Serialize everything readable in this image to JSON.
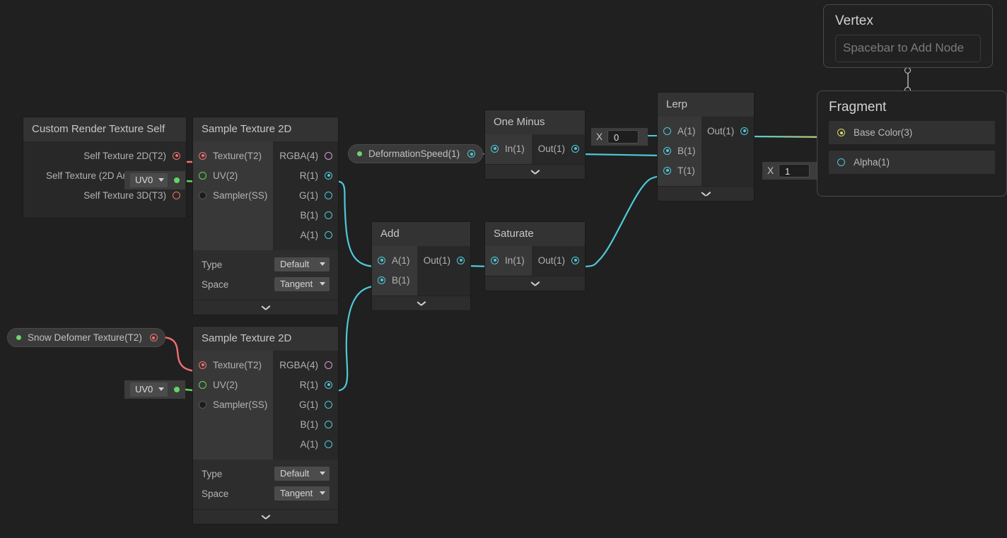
{
  "canvas": {
    "background": "#202020"
  },
  "colors": {
    "wire_vector": "#4ec9d9",
    "wire_texture": "#f07070",
    "wire_uv": "#60d660",
    "wire_basecolor": "#d9d962",
    "node_header": "#333333",
    "node_body": "#292929"
  },
  "nodes": {
    "custom_render_texture_self": {
      "title": "Custom Render Texture Self",
      "outputs": [
        {
          "label": "Self Texture 2D(T2)",
          "type": "texture",
          "connected": true
        },
        {
          "label": "Self Texture (2D Array)(T2A)",
          "type": "uv",
          "connected": true
        },
        {
          "label": "Self Texture 3D(T3)",
          "type": "texture",
          "connected": false
        }
      ]
    },
    "sample_texture_2d_a": {
      "title": "Sample Texture 2D",
      "inputs": [
        {
          "label": "Texture(T2)",
          "type": "texture",
          "connected": true
        },
        {
          "label": "UV(2)",
          "type": "uv",
          "connected": false
        },
        {
          "label": "Sampler(SS)",
          "type": "sampler",
          "connected": false
        }
      ],
      "outputs": [
        {
          "label": "RGBA(4)",
          "type": "rgba",
          "connected": false
        },
        {
          "label": "R(1)",
          "type": "vector",
          "connected": true
        },
        {
          "label": "G(1)",
          "type": "vector",
          "connected": false
        },
        {
          "label": "B(1)",
          "type": "vector",
          "connected": false
        },
        {
          "label": "A(1)",
          "type": "vector",
          "connected": false
        }
      ],
      "settings": [
        {
          "label": "Type",
          "value": "Default"
        },
        {
          "label": "Space",
          "value": "Tangent"
        }
      ]
    },
    "sample_texture_2d_b": {
      "title": "Sample Texture 2D",
      "inputs": [
        {
          "label": "Texture(T2)",
          "type": "texture",
          "connected": true
        },
        {
          "label": "UV(2)",
          "type": "uv",
          "connected": false
        },
        {
          "label": "Sampler(SS)",
          "type": "sampler",
          "connected": false
        }
      ],
      "outputs": [
        {
          "label": "RGBA(4)",
          "type": "rgba",
          "connected": false
        },
        {
          "label": "R(1)",
          "type": "vector",
          "connected": true
        },
        {
          "label": "G(1)",
          "type": "vector",
          "connected": false
        },
        {
          "label": "B(1)",
          "type": "vector",
          "connected": false
        },
        {
          "label": "A(1)",
          "type": "vector",
          "connected": false
        }
      ],
      "settings": [
        {
          "label": "Type",
          "value": "Default"
        },
        {
          "label": "Space",
          "value": "Tangent"
        }
      ]
    },
    "add": {
      "title": "Add",
      "inputs": [
        {
          "label": "A(1)",
          "type": "vector",
          "connected": true
        },
        {
          "label": "B(1)",
          "type": "vector",
          "connected": true
        }
      ],
      "outputs": [
        {
          "label": "Out(1)",
          "type": "vector",
          "connected": true
        }
      ]
    },
    "saturate": {
      "title": "Saturate",
      "inputs": [
        {
          "label": "In(1)",
          "type": "vector",
          "connected": true
        }
      ],
      "outputs": [
        {
          "label": "Out(1)",
          "type": "vector",
          "connected": true
        }
      ]
    },
    "one_minus": {
      "title": "One Minus",
      "inputs": [
        {
          "label": "In(1)",
          "type": "vector",
          "connected": true
        }
      ],
      "outputs": [
        {
          "label": "Out(1)",
          "type": "vector",
          "connected": true
        }
      ]
    },
    "lerp": {
      "title": "Lerp",
      "inputs": [
        {
          "label": "A(1)",
          "type": "vector",
          "connected": false
        },
        {
          "label": "B(1)",
          "type": "vector",
          "connected": true
        },
        {
          "label": "T(1)",
          "type": "vector",
          "connected": true
        }
      ],
      "outputs": [
        {
          "label": "Out(1)",
          "type": "vector",
          "connected": true
        }
      ]
    }
  },
  "properties": {
    "snow_deformer_texture": {
      "label": "Snow Defomer Texture(T2)",
      "port_type": "texture"
    },
    "deformation_speed": {
      "label": "DeformationSpeed(1)",
      "port_type": "vector"
    }
  },
  "uv_widgets": {
    "uv_top": {
      "value": "UV0"
    },
    "uv_bottom": {
      "value": "UV0"
    }
  },
  "float_widgets": {
    "lerp_a": {
      "axis_label": "X",
      "value": "0"
    },
    "alpha": {
      "axis_label": "X",
      "value": "1"
    }
  },
  "master_nodes": {
    "vertex": {
      "title": "Vertex",
      "hint": "Spacebar to Add Node"
    },
    "fragment": {
      "title": "Fragment",
      "slots": [
        {
          "label": "Base Color(3)",
          "type": "basecolor",
          "connected": true
        },
        {
          "label": "Alpha(1)",
          "type": "vector",
          "connected": false
        }
      ]
    }
  }
}
